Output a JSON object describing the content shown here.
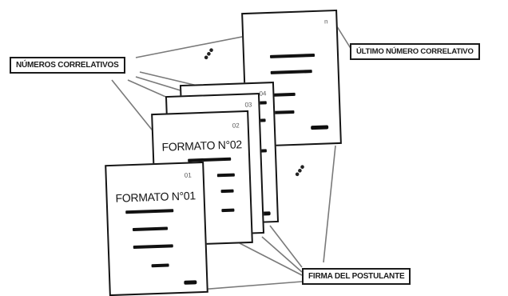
{
  "labels": {
    "correlative_numbers": "NÚMEROS CORRELATIVOS",
    "last_number": "ÚLTIMO NÚMERO CORRELATIVO",
    "signature": "FIRMA DEL POSTULANTE"
  },
  "documents": [
    {
      "number": "01",
      "title": "FORMATO N°01"
    },
    {
      "number": "02",
      "title": "FORMATO N°02"
    },
    {
      "number": "03",
      "title": ""
    },
    {
      "number": "04",
      "title": ""
    },
    {
      "number": "n",
      "title": ""
    }
  ],
  "ellipsis_marks": [
    "•",
    "•",
    "•"
  ]
}
